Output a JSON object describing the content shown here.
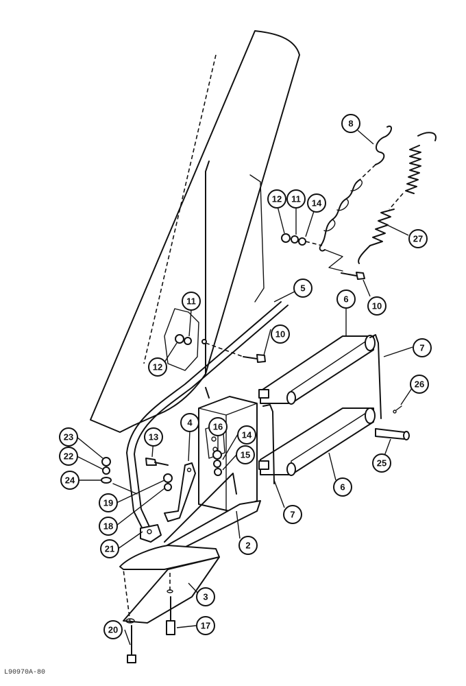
{
  "diagram": {
    "reference_code": "L90970A-80",
    "callouts": [
      {
        "id": "c8",
        "label": "8"
      },
      {
        "id": "c27",
        "label": "27"
      },
      {
        "id": "c12a",
        "label": "12"
      },
      {
        "id": "c11a",
        "label": "11"
      },
      {
        "id": "c14a",
        "label": "14"
      },
      {
        "id": "c10a",
        "label": "10"
      },
      {
        "id": "c5",
        "label": "5"
      },
      {
        "id": "c6a",
        "label": "6"
      },
      {
        "id": "c11b",
        "label": "11"
      },
      {
        "id": "c12b",
        "label": "12"
      },
      {
        "id": "c10b",
        "label": "10"
      },
      {
        "id": "c7a",
        "label": "7"
      },
      {
        "id": "c26",
        "label": "26"
      },
      {
        "id": "c4",
        "label": "4"
      },
      {
        "id": "c16",
        "label": "16"
      },
      {
        "id": "c14b",
        "label": "14"
      },
      {
        "id": "c13",
        "label": "13"
      },
      {
        "id": "c15",
        "label": "15"
      },
      {
        "id": "c23",
        "label": "23"
      },
      {
        "id": "c22",
        "label": "22"
      },
      {
        "id": "c24",
        "label": "24"
      },
      {
        "id": "c25",
        "label": "25"
      },
      {
        "id": "c6b",
        "label": "6"
      },
      {
        "id": "c19",
        "label": "19"
      },
      {
        "id": "c18",
        "label": "18"
      },
      {
        "id": "c7b",
        "label": "7"
      },
      {
        "id": "c21",
        "label": "21"
      },
      {
        "id": "c2",
        "label": "2"
      },
      {
        "id": "c3",
        "label": "3"
      },
      {
        "id": "c20",
        "label": "20"
      },
      {
        "id": "c17",
        "label": "17"
      }
    ]
  }
}
